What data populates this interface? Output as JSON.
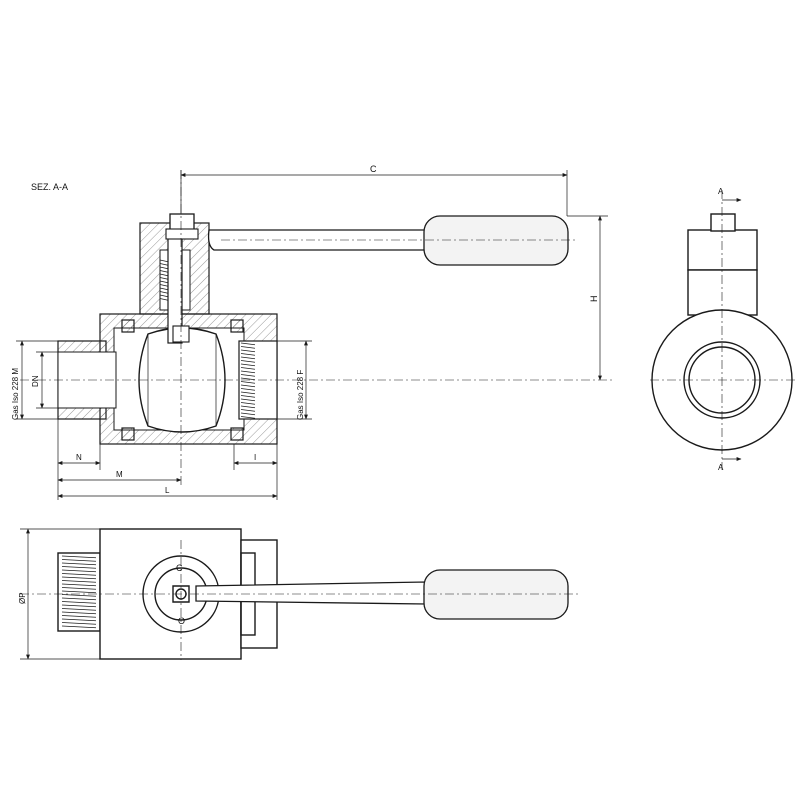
{
  "section_title": "SEZ. A-A",
  "dimensions": {
    "C": "C",
    "H": "H",
    "N": "N",
    "M": "M",
    "L": "L",
    "I": "I",
    "DN": "DN",
    "P": "ØP",
    "A_top": "A",
    "A_bottom": "A",
    "thread_left": "Gas Iso 228 M",
    "thread_right": "Gas Iso 228 F"
  },
  "marks": {
    "C": "C",
    "O": "O"
  },
  "colors": {
    "line": "#1a1a1a",
    "background": "#ffffff",
    "handle_fill": "#f3f3f3"
  }
}
